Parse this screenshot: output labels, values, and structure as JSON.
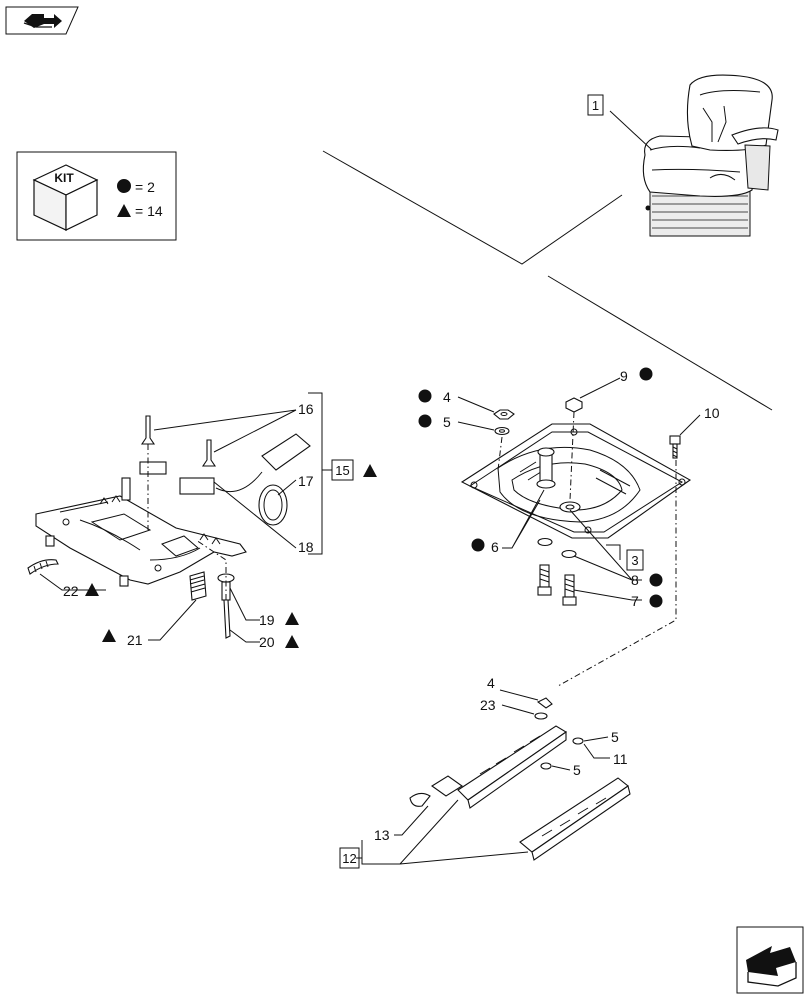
{
  "kit_box": {
    "kit_text": "KIT",
    "circle_qty": "= 2",
    "triangle_qty": "= 14"
  },
  "callouts": {
    "c1": "1",
    "c3": "3",
    "c4a": "4",
    "c4b": "4",
    "c5a": "5",
    "c5b": "5",
    "c5c": "5",
    "c6": "6",
    "c7": "7",
    "c8": "8",
    "c9": "9",
    "c10": "10",
    "c11": "11",
    "c12": "12",
    "c13": "13",
    "c15": "15",
    "c16": "16",
    "c17": "17",
    "c18": "18",
    "c19": "19",
    "c20": "20",
    "c21": "21",
    "c22": "22",
    "c23": "23"
  },
  "icons": {
    "top_left": "book-arrow-icon",
    "bottom_right": "next-page-arrow-icon"
  }
}
